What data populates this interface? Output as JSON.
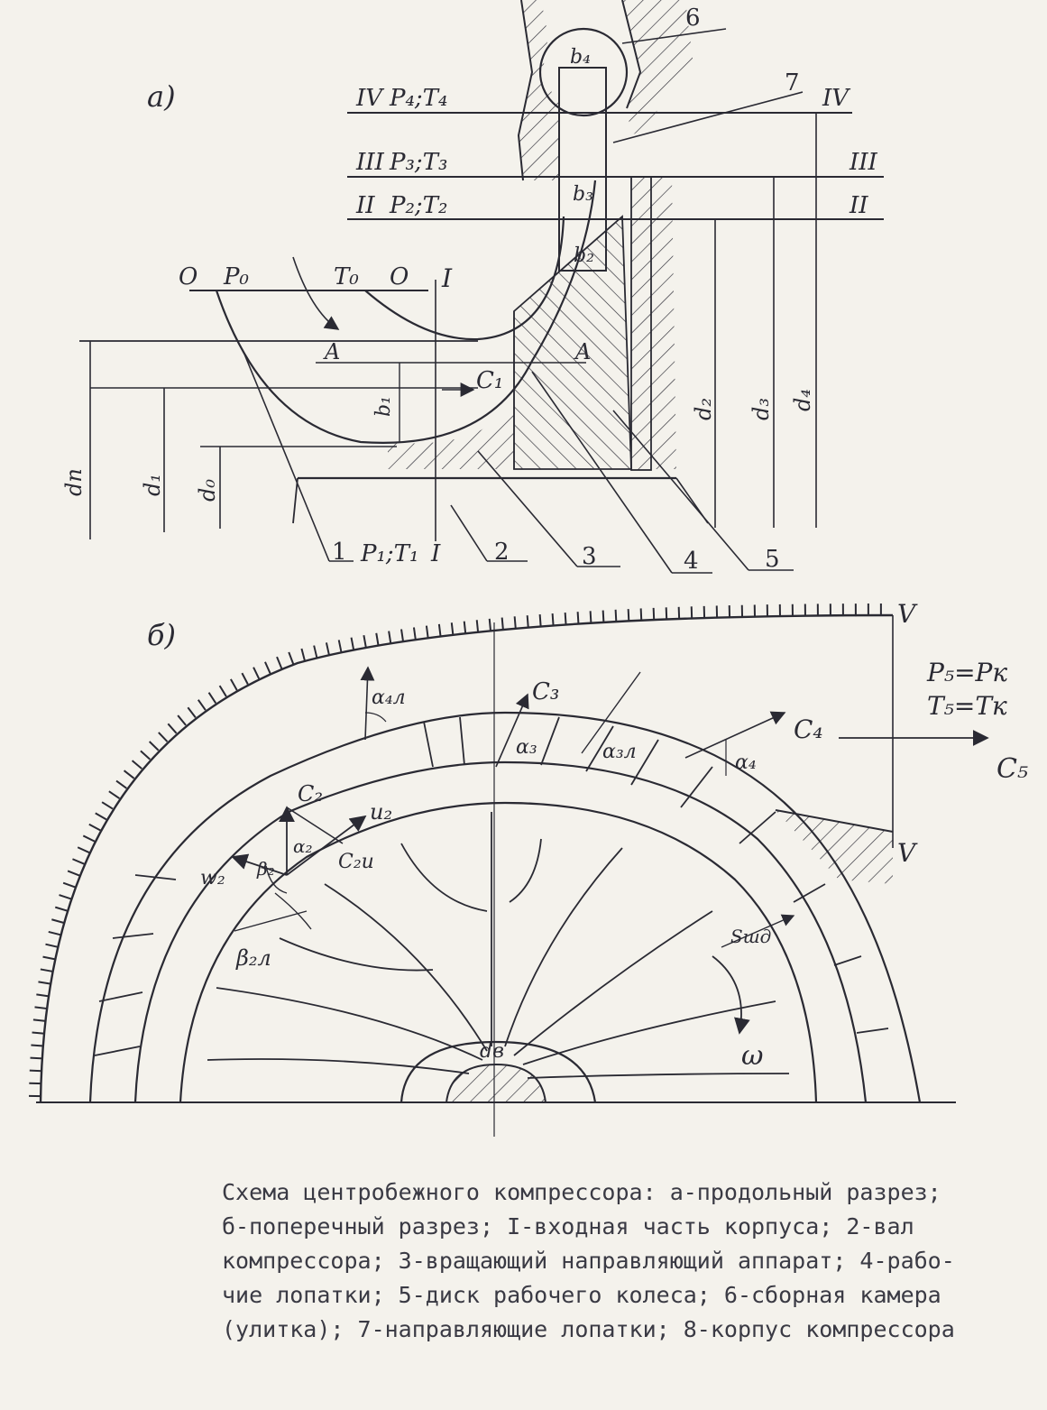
{
  "view_labels": {
    "a": "а)",
    "b": "б)"
  },
  "sections": {
    "IV": {
      "left": "IV",
      "params": "P₄;T₄",
      "right": "IV"
    },
    "III": {
      "left": "III",
      "params": "P₃;T₃",
      "right": "III"
    },
    "II": {
      "left": "II",
      "params": "P₂;T₂",
      "right": "II"
    },
    "O": {
      "left": "O",
      "p": "P₀",
      "t": "T₀",
      "right": "O"
    },
    "I": {
      "top": "I",
      "bottom": "I",
      "params": "P₁;T₁"
    },
    "V": {
      "top": "V",
      "bottom": "V"
    }
  },
  "widths": {
    "b4": "b₄",
    "b3": "b₃",
    "b2": "b₂",
    "b1": "b₁"
  },
  "diameters": {
    "dn": "dп",
    "d1": "d₁",
    "d0": "d₀",
    "d2": "d₂",
    "d3": "d₃",
    "d4": "d₄",
    "db": "dв"
  },
  "markers": {
    "A_left": "A",
    "A_right": "A",
    "c1": "C₁"
  },
  "part_numbers": [
    "1",
    "2",
    "3",
    "4",
    "5",
    "6",
    "7"
  ],
  "outlet": {
    "p5": "P₅=Pк",
    "t5": "T₅=Tк",
    "c5": "C₅"
  },
  "velocities": {
    "c2": "C₂",
    "u2": "u₂",
    "w2": "w₂",
    "c2u": "C₂u",
    "c3": "C₃",
    "c4": "C₄",
    "omega": "ω",
    "s": "Sшд"
  },
  "angles": {
    "a2": "α₂",
    "b2": "β₂",
    "b2l": "β₂л",
    "a3": "α₃",
    "a3l": "α₃л",
    "a4": "α₄",
    "a4l": "α₄л"
  },
  "caption": "Схема центробежного компрессора: а-продольный разрез;\nб-поперечный разрез; I-входная часть корпуса; 2-вал\nкомпрессора; 3-вращающий направляющий аппарат; 4-рабо-\nчие лопатки; 5-диск рабочего колеса; 6-сборная камера\n(улитка); 7-направляющие лопатки; 8-корпус компрессора"
}
